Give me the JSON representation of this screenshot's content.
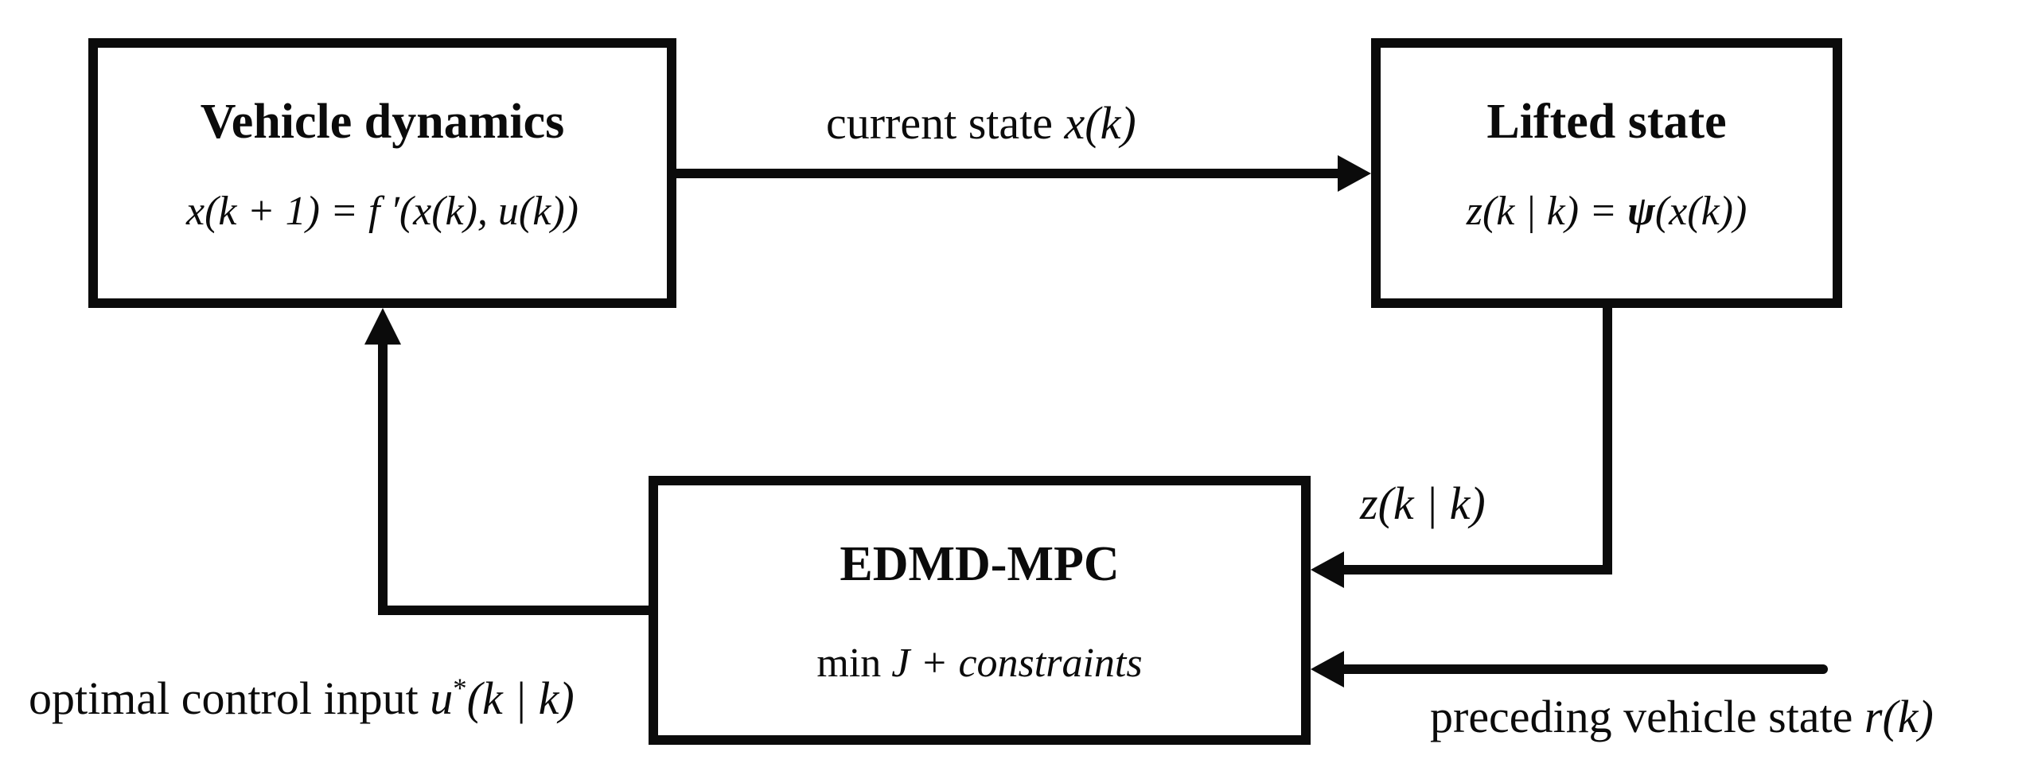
{
  "colors": {
    "ink": "#0b0b0b",
    "background": "#ffffff"
  },
  "boxes": {
    "vehicle_dynamics": {
      "title": "Vehicle dynamics",
      "equation": "x(k + 1) = f ′(x(k), u(k))"
    },
    "lifted_state": {
      "title": "Lifted state",
      "eq_left": "z(k | k) = ",
      "eq_psi": "ψ",
      "eq_right": "(x(k))"
    },
    "edmd_mpc": {
      "title": "EDMD-MPC",
      "eq_min": "min ",
      "eq_rest": "J + constraints"
    }
  },
  "edge_labels": {
    "current_state": {
      "text": "current state ",
      "math": "x(k)"
    },
    "lifted_feed": {
      "math": "z(k | k)"
    },
    "optimal_control": {
      "prefix": "optimal control input ",
      "var": "u",
      "sup": "*",
      "rest": "(k | k)"
    },
    "preceding": {
      "text": "preceding vehicle state ",
      "math": "r(k)"
    }
  }
}
